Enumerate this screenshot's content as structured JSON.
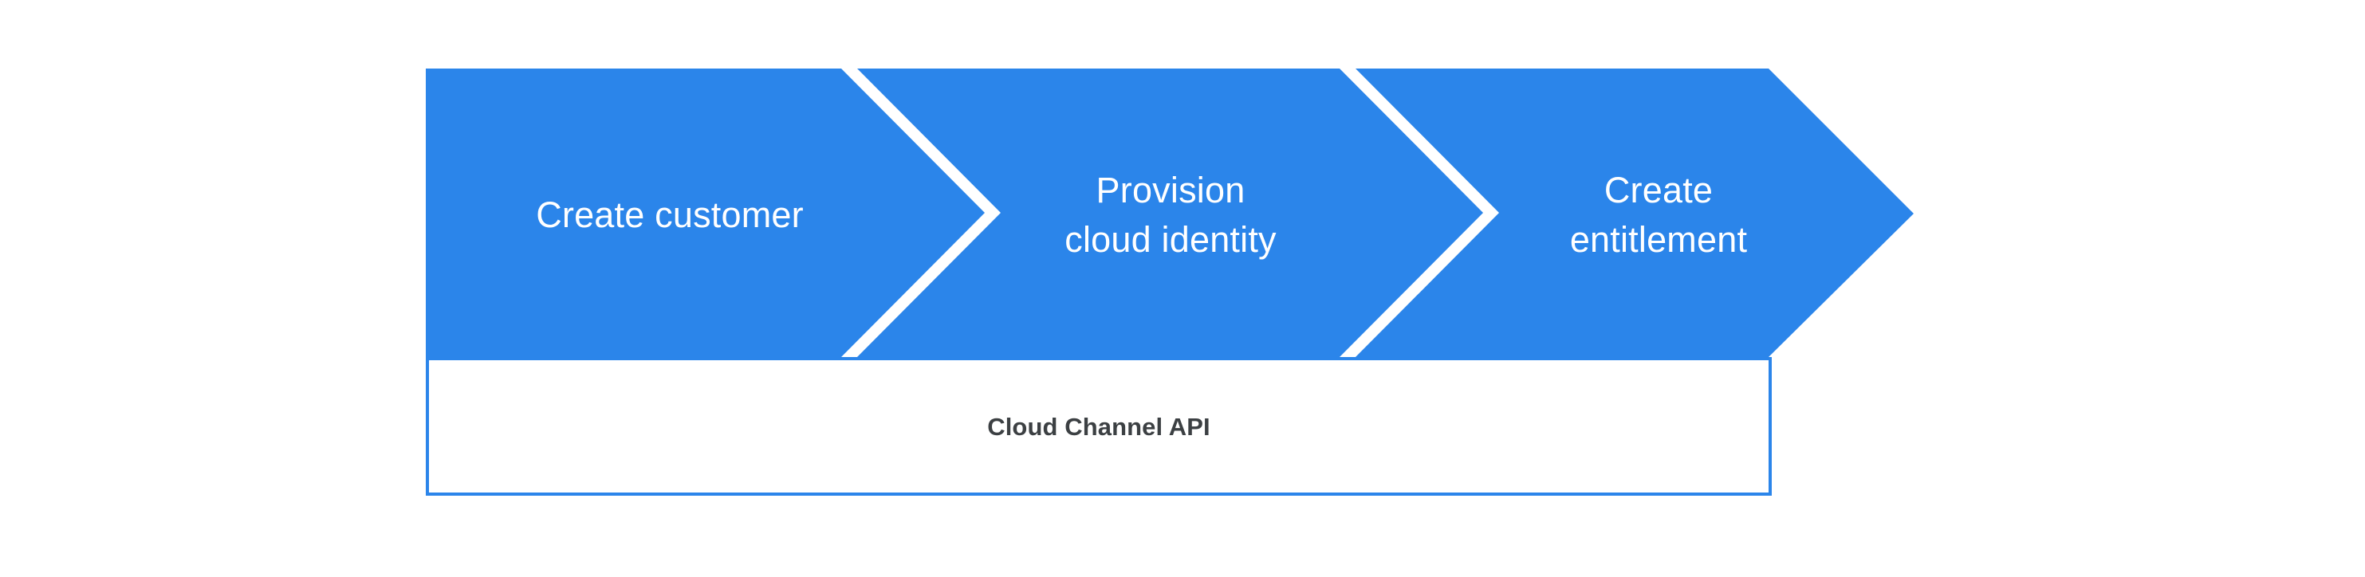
{
  "diagram": {
    "name": "cloud-channel-api-process-flow",
    "type": "process-flow-chevrons",
    "colors": {
      "chevron_fill": "#2b85ea",
      "chevron_text": "#ffffff",
      "api_bar_border": "#2b85ea",
      "api_bar_fill": "#ffffff",
      "api_bar_text": "#3c4043",
      "background": "#ffffff"
    },
    "steps": [
      {
        "index": 1,
        "label": "Create customer"
      },
      {
        "index": 2,
        "label": "Provision\ncloud identity"
      },
      {
        "index": 3,
        "label": "Create\nentitlement"
      }
    ],
    "footer": {
      "label": "Cloud Channel API"
    }
  }
}
